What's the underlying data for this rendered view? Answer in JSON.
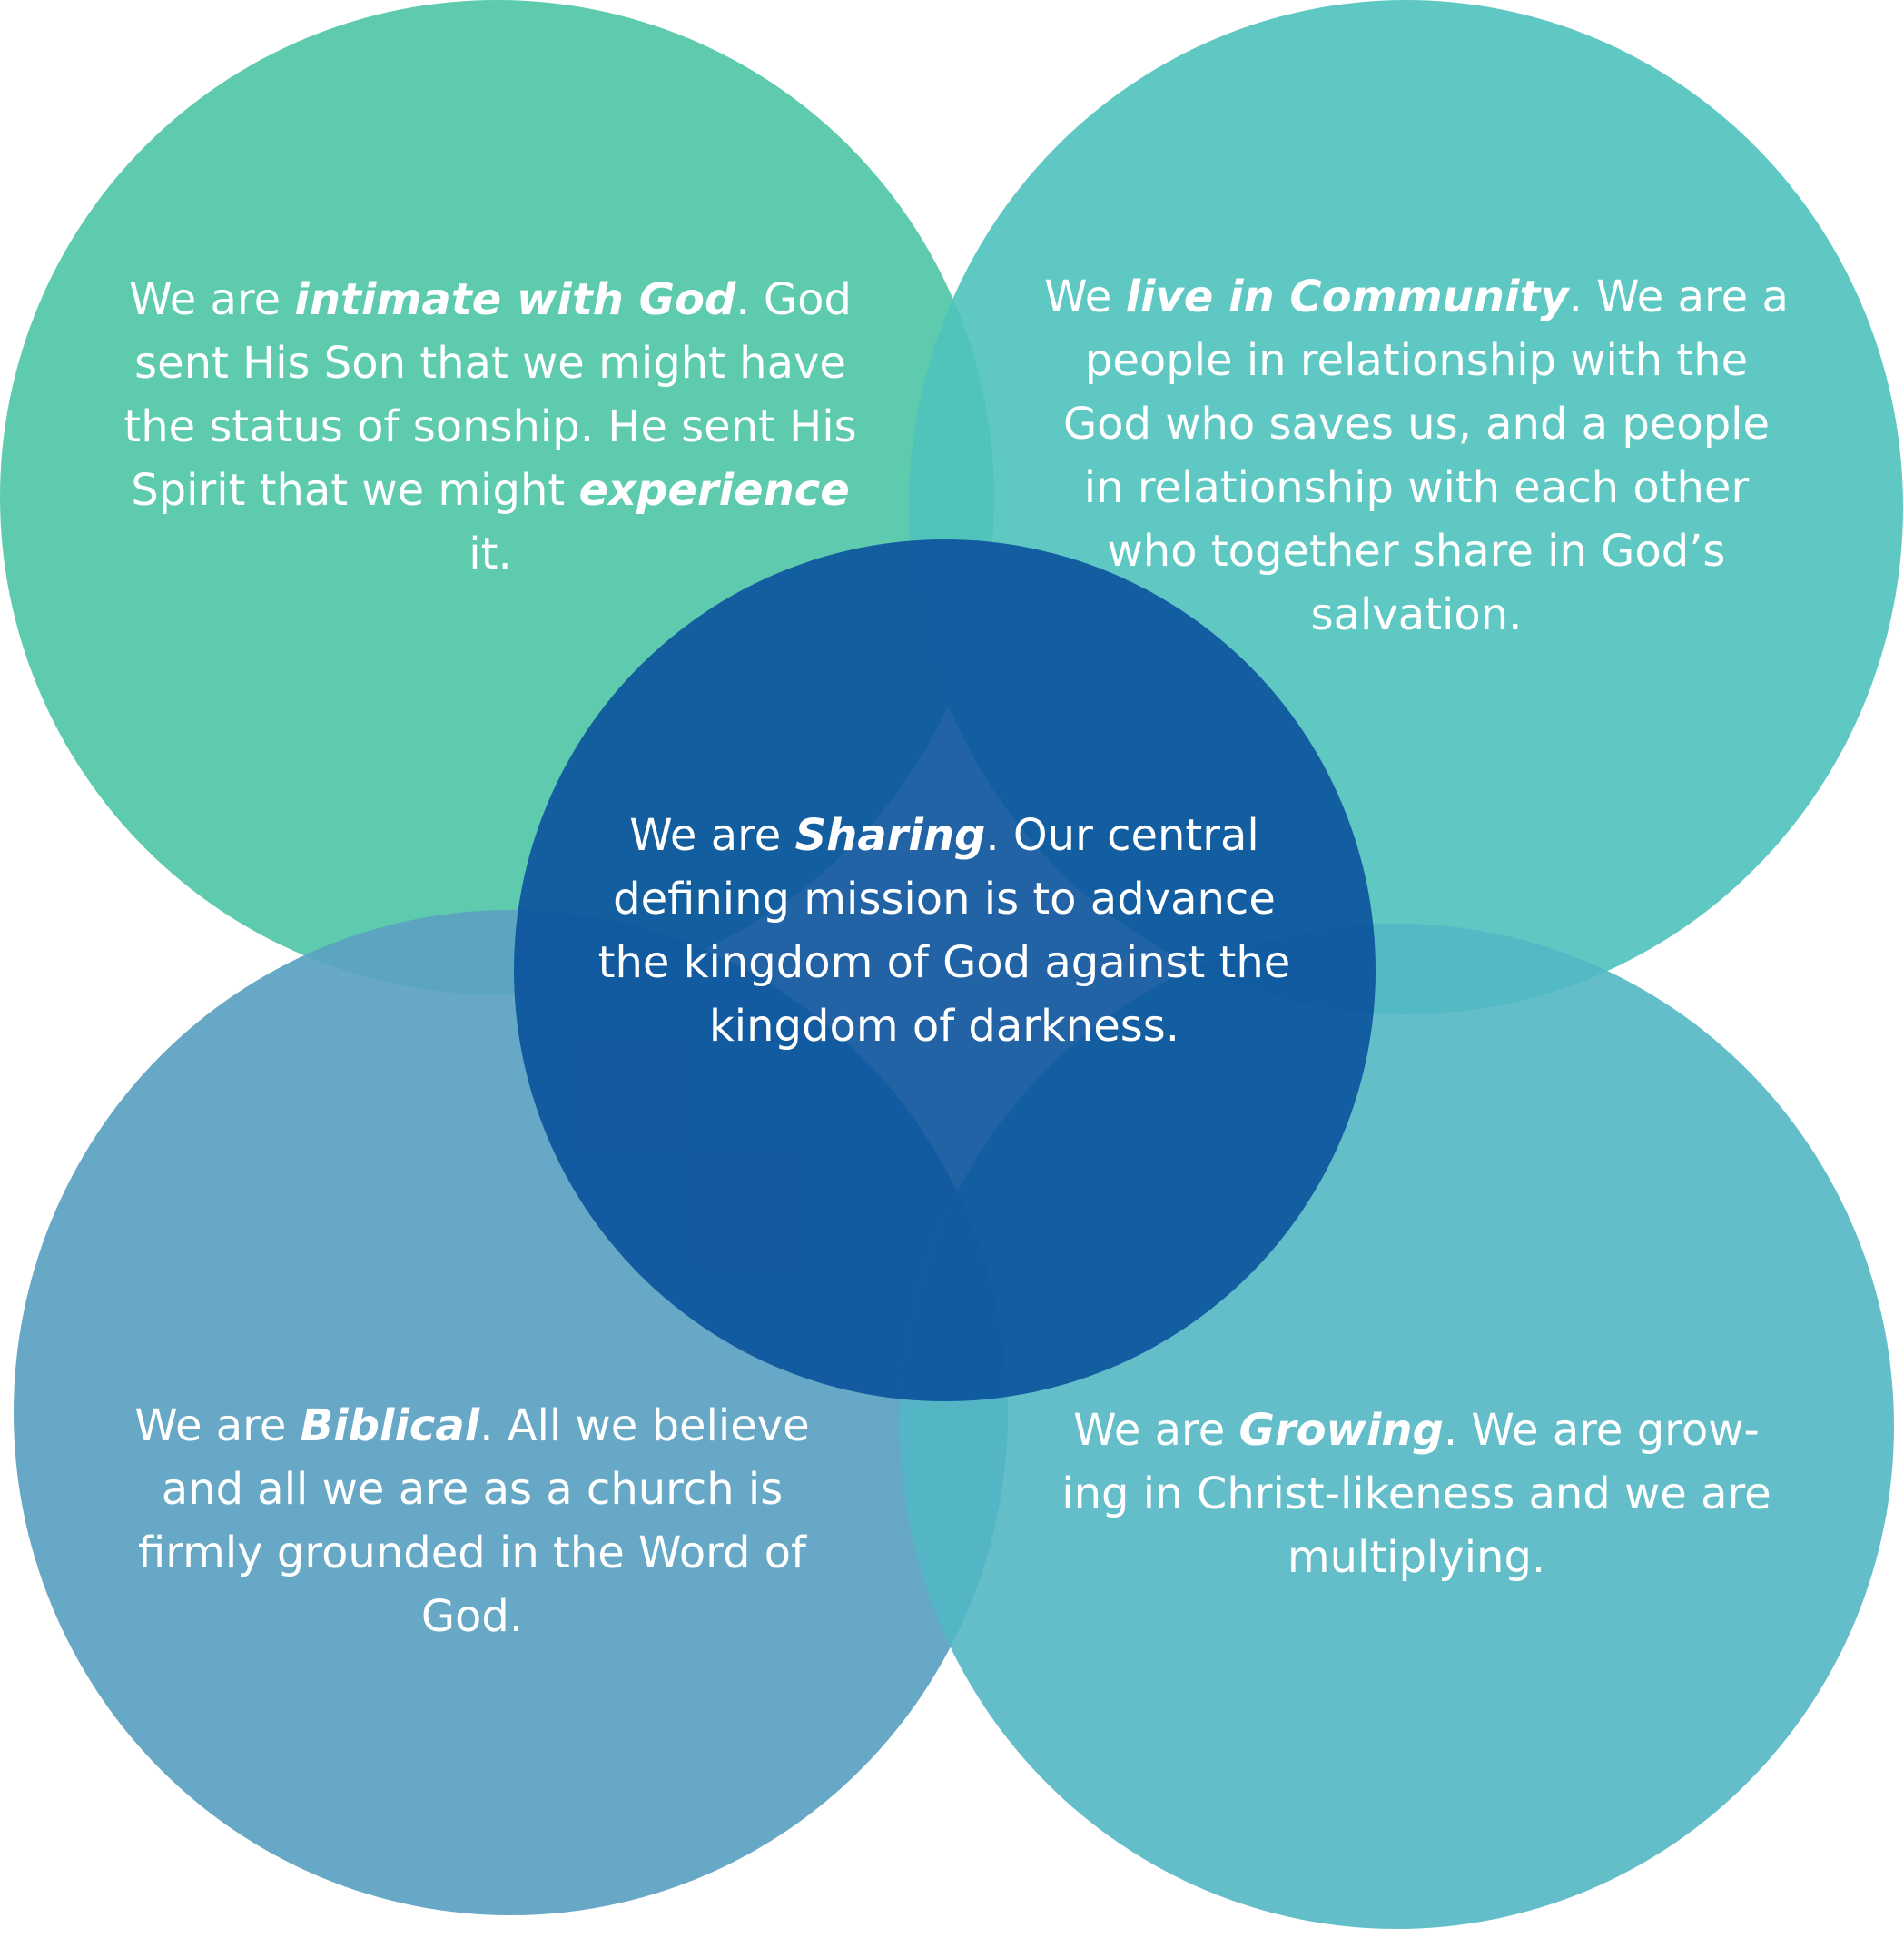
{
  "circles": {
    "top_left": {
      "lead": "We are ",
      "emphasis": "intimate with God",
      "rest": ". God sent His Son that we might have the status of sonship.  He sent His Spirit that we might ",
      "emphasis2": "experience",
      "rest2": " it.",
      "color": "#5ecbaf"
    },
    "top_right": {
      "lead": "We ",
      "emphasis": "live in Community",
      "rest": ". We are a people in relationship with the God who saves us, and a people in relationship with each other who together share in God’s salvation.",
      "color": "#5fc8c6"
    },
    "center": {
      "lead": "We are ",
      "emphasis": "Sharing",
      "rest": ". Our central defining mission is to advance the kingdom of God against the kingdom of darkness.",
      "color": "#0b579c"
    },
    "bottom_left": {
      "lead": "We are ",
      "emphasis": "Biblical",
      "rest": ". All we believe and all we are as a church is firmly grounded in the Word of God.",
      "color": "#62a7c3"
    },
    "bottom_right": {
      "lead": "We are ",
      "emphasis": "Growing",
      "rest": ". We are grow-ing in Christ-likeness and we are multiplying.",
      "color": "#5fbbc8"
    }
  }
}
